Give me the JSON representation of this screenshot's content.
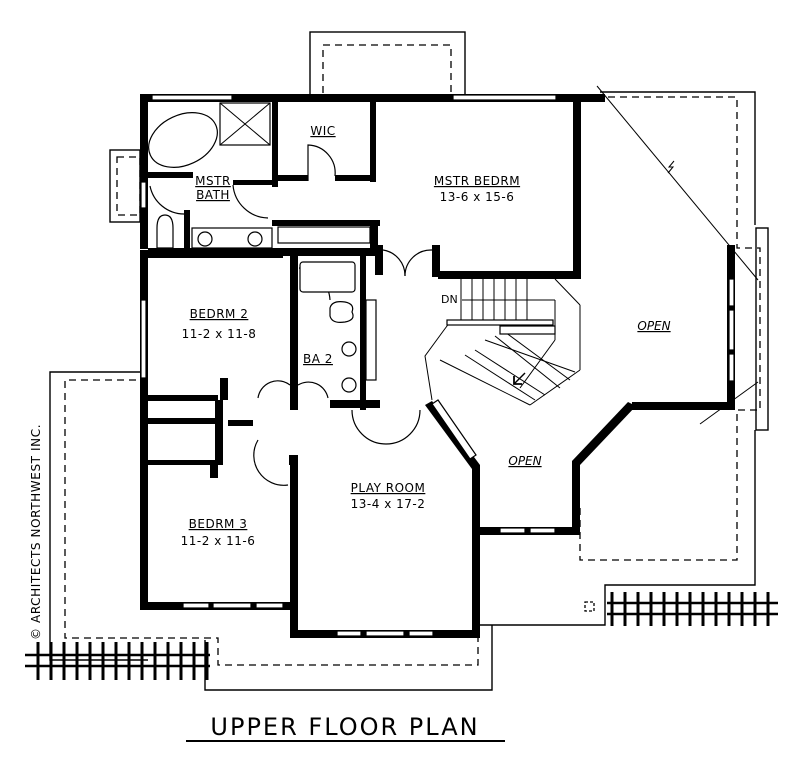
{
  "title": "UPPER FLOOR PLAN",
  "copyright": "© ARCHITECTS NORTHWEST INC.",
  "rooms": [
    {
      "name": "MSTR BEDRM",
      "dims": "13-6 x 15-6"
    },
    {
      "name": "MSTR BATH",
      "name_line2": "BATH",
      "name_line1": "MSTR"
    },
    {
      "name": "WIC"
    },
    {
      "name": "BEDRM 2",
      "dims": "11-2 x 11-8"
    },
    {
      "name": "BA 2"
    },
    {
      "name": "BEDRM 3",
      "dims": "11-2 x 11-6"
    },
    {
      "name": "PLAY ROOM",
      "dims": "13-4 x 17-2"
    },
    {
      "name": "OPEN"
    },
    {
      "name": "OPEN"
    }
  ],
  "stair": {
    "label": "DN"
  },
  "colors": {
    "line": "#000000",
    "background": "#ffffff"
  }
}
